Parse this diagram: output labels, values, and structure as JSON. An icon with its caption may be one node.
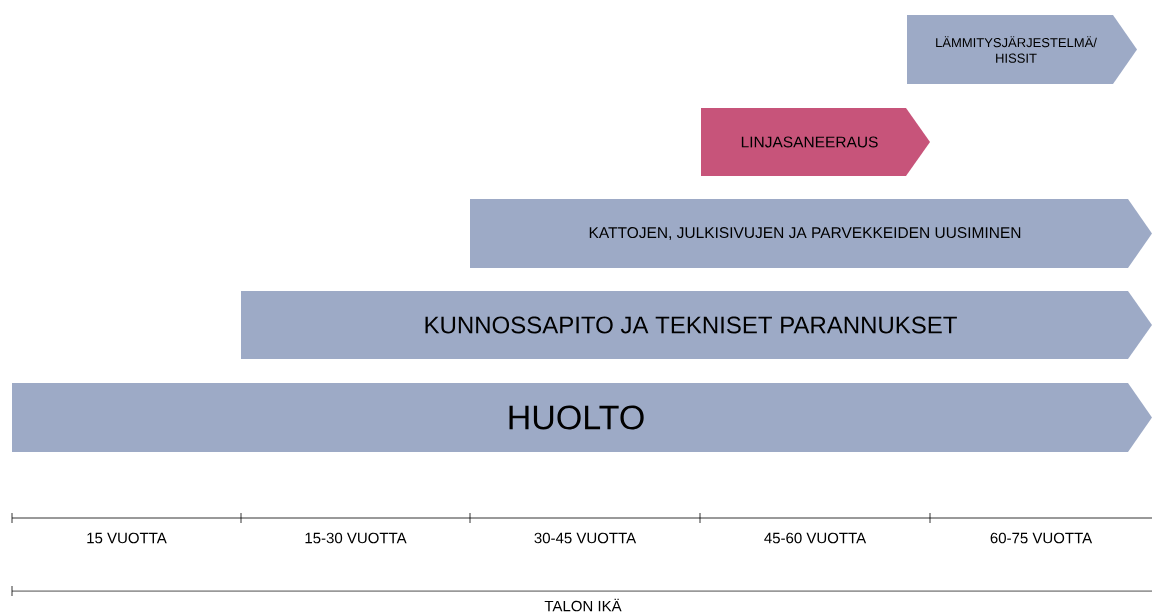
{
  "diagram": {
    "nodes": [
      {
        "text": [
          "HUOLTO"
        ]
      },
      {
        "text": [
          "KUNNOSSAPITO JA TEKNISET PARANNUKSET"
        ]
      },
      {
        "text": [
          "KATTOJEN, JULKISIVUJEN JA PARVEKKEIDEN UUSIMINEN"
        ]
      },
      {
        "text": [
          "LINJASANEERAUS"
        ]
      },
      {
        "text": [
          "LÄMMITYSJÄRJESTELMÄ/ HISSIT"
        ]
      }
    ],
    "edges": [],
    "labels": [
      "15 VUOTTA",
      "15-30 VUOTTA",
      "30-45 VUOTTA",
      "45-60 VUOTTA",
      "60-75 VUOTTA",
      "TALON IKÄ"
    ]
  }
}
